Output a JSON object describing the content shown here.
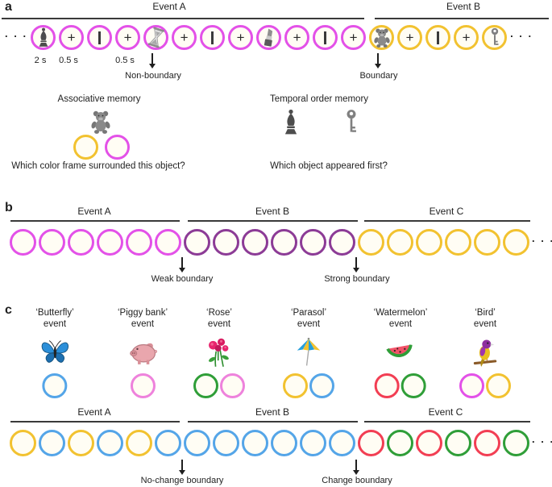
{
  "colors": {
    "magenta": "#E351E8",
    "purple": "#8C3B96",
    "yellow": "#F2C230",
    "blue": "#54A5E8",
    "red": "#F23E53",
    "green": "#2F9E38",
    "pink": "#EE82DC",
    "circle_fill": "#FFFDF4",
    "line": "#3A3A3A",
    "text": "#1F1F1F"
  },
  "glyphs": {
    "plus": "+",
    "ellipsis": ". . ."
  },
  "panel_a": {
    "letter": "a",
    "event_a": "Event A",
    "event_b": "Event B",
    "timing": [
      "2 s",
      "0.5 s",
      "0.5 s"
    ],
    "non_boundary": "Non-boundary",
    "boundary": "Boundary",
    "sequence": [
      {
        "frame": "magenta",
        "item": "bishop"
      },
      {
        "frame": "magenta",
        "item": "plus"
      },
      {
        "frame": "magenta",
        "item": "bar"
      },
      {
        "frame": "magenta",
        "item": "plus"
      },
      {
        "frame": "magenta",
        "item": "hourglass"
      },
      {
        "frame": "magenta",
        "item": "plus"
      },
      {
        "frame": "magenta",
        "item": "bar"
      },
      {
        "frame": "magenta",
        "item": "plus"
      },
      {
        "frame": "magenta",
        "item": "lipstick"
      },
      {
        "frame": "magenta",
        "item": "plus"
      },
      {
        "frame": "magenta",
        "item": "bar"
      },
      {
        "frame": "magenta",
        "item": "plus"
      },
      {
        "frame": "yellow",
        "item": "teddy"
      },
      {
        "frame": "yellow",
        "item": "plus"
      },
      {
        "frame": "yellow",
        "item": "bar"
      },
      {
        "frame": "yellow",
        "item": "plus"
      },
      {
        "frame": "yellow",
        "item": "key"
      }
    ],
    "associative": {
      "title": "Associative memory",
      "object_icon": "teddy",
      "choice_frames": [
        "yellow",
        "magenta"
      ],
      "question": "Which color frame surrounded this object?"
    },
    "temporal": {
      "title": "Temporal order memory",
      "object_icons": [
        "bishop",
        "key"
      ],
      "question": "Which object appeared first?"
    }
  },
  "panel_b": {
    "letter": "b",
    "events": [
      {
        "label": "Event A",
        "frame": "magenta",
        "count": 6
      },
      {
        "label": "Event B",
        "frame": "purple",
        "count": 6
      },
      {
        "label": "Event C",
        "frame": "yellow",
        "count": 6
      }
    ],
    "boundaries": [
      {
        "label": "Weak boundary"
      },
      {
        "label": "Strong boundary"
      }
    ]
  },
  "panel_c": {
    "letter": "c",
    "named_events": [
      {
        "name": "‘Butterfly’",
        "word": "event",
        "icon": "butterfly",
        "frames": [
          "blue"
        ]
      },
      {
        "name": "‘Piggy bank’",
        "word": "event",
        "icon": "pig",
        "frames": [
          "pink"
        ]
      },
      {
        "name": "‘Rose’",
        "word": "event",
        "icon": "rose",
        "frames": [
          "green",
          "pink"
        ]
      },
      {
        "name": "‘Parasol’",
        "word": "event",
        "icon": "parasol",
        "frames": [
          "yellow",
          "blue"
        ]
      },
      {
        "name": "‘Watermelon’",
        "word": "event",
        "icon": "watermelon",
        "frames": [
          "red",
          "green"
        ]
      },
      {
        "name": "‘Bird’",
        "word": "event",
        "icon": "bird",
        "frames": [
          "magenta",
          "yellow"
        ]
      }
    ],
    "events": [
      {
        "label": "Event A",
        "frames": [
          "yellow",
          "blue",
          "yellow",
          "blue",
          "yellow",
          "blue"
        ]
      },
      {
        "label": "Event B",
        "frames": [
          "blue",
          "blue",
          "blue",
          "blue",
          "blue",
          "blue"
        ]
      },
      {
        "label": "Event C",
        "frames": [
          "red",
          "green",
          "red",
          "green",
          "red",
          "green"
        ]
      }
    ],
    "boundaries": [
      {
        "label": "No-change boundary"
      },
      {
        "label": "Change boundary"
      }
    ]
  }
}
